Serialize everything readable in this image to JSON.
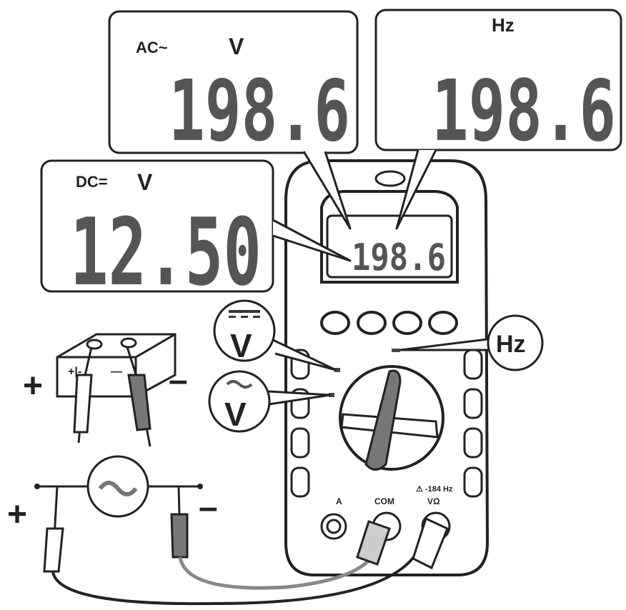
{
  "callouts": {
    "ac_voltage": {
      "mode": "AC~",
      "unit": "V",
      "reading": "198.6"
    },
    "frequency": {
      "unit": "Hz",
      "reading": "198.6"
    },
    "dc_voltage": {
      "mode": "DC=",
      "unit": "V",
      "reading": "12.50"
    }
  },
  "meter": {
    "lcd_reading": "198.6",
    "jack_labels": {
      "amps": "A",
      "common": "COM",
      "volt_ohm": "VΩ"
    },
    "warning_label": "⚠ -184 Hz"
  },
  "dial_callouts": {
    "dc_volts_symbol": "V",
    "ac_volts_symbol": "V",
    "frequency_symbol": "Hz"
  },
  "circuits": {
    "battery_plus": "+",
    "battery_minus": "–",
    "ac_plus": "+",
    "ac_minus": "–"
  }
}
